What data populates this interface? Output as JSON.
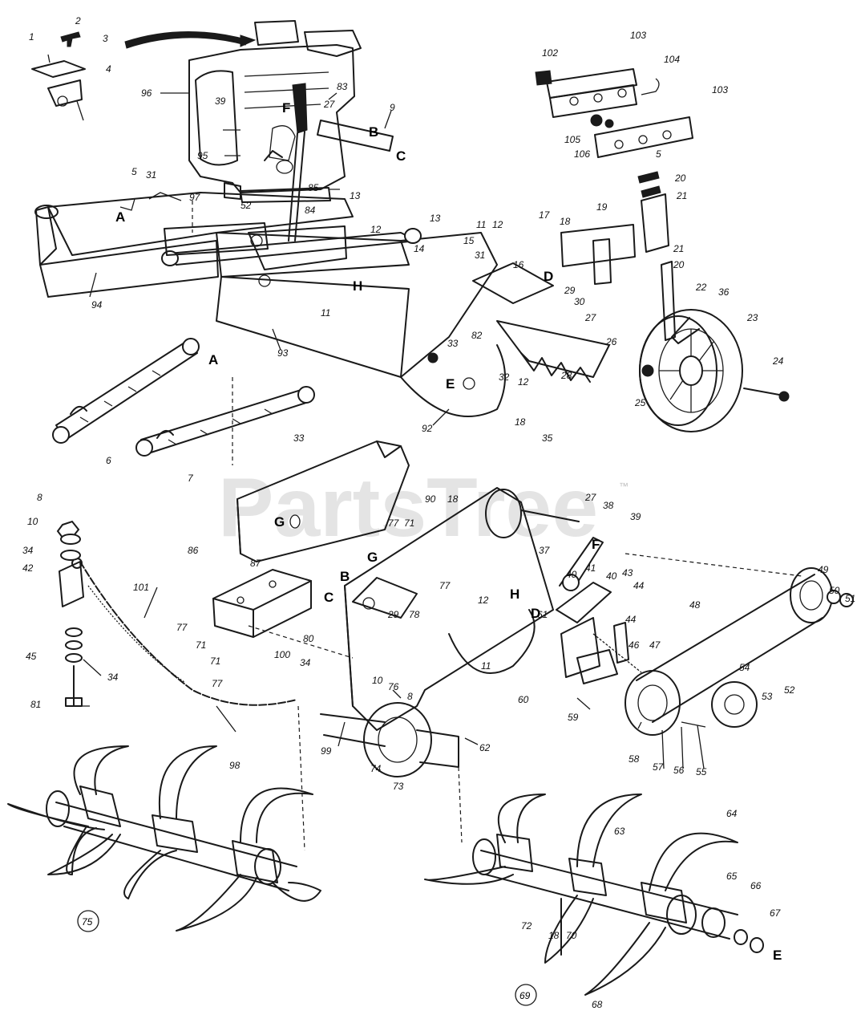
{
  "watermark": {
    "text": "PartsTree",
    "trademark": "™"
  },
  "circled_labels": [
    "75",
    "69"
  ],
  "reference_letters": [
    "A",
    "A",
    "B",
    "B",
    "C",
    "C",
    "D",
    "D",
    "E",
    "E",
    "F",
    "F",
    "G",
    "G",
    "H",
    "H"
  ],
  "part_labels": [
    "1",
    "2",
    "3",
    "4",
    "96",
    "39",
    "83",
    "27",
    "9",
    "95",
    "5",
    "31",
    "97",
    "52",
    "84",
    "85",
    "13",
    "12",
    "11",
    "13",
    "14",
    "94",
    "93",
    "92",
    "6",
    "7",
    "33",
    "86",
    "8",
    "10",
    "34",
    "42",
    "45",
    "34",
    "81",
    "101",
    "98",
    "87",
    "77",
    "71",
    "71",
    "77",
    "100",
    "34",
    "10",
    "8",
    "99",
    "74",
    "73",
    "76",
    "62",
    "90",
    "18",
    "77",
    "71",
    "80",
    "29",
    "78",
    "77",
    "27",
    "38",
    "39",
    "37",
    "40",
    "41",
    "40",
    "43",
    "44",
    "44",
    "46",
    "47",
    "12",
    "11",
    "60",
    "61",
    "59",
    "48",
    "49",
    "50",
    "51",
    "54",
    "58",
    "57",
    "56",
    "55",
    "53",
    "52",
    "64",
    "63",
    "65",
    "66",
    "67",
    "72",
    "18",
    "70",
    "68",
    "102",
    "103",
    "104",
    "103",
    "105",
    "106",
    "5",
    "20",
    "21",
    "17",
    "18",
    "19",
    "21",
    "20",
    "22",
    "36",
    "23",
    "24",
    "25",
    "15",
    "11",
    "12",
    "31",
    "16",
    "29",
    "30",
    "27",
    "82",
    "33",
    "26",
    "28",
    "32",
    "12",
    "18",
    "35"
  ]
}
